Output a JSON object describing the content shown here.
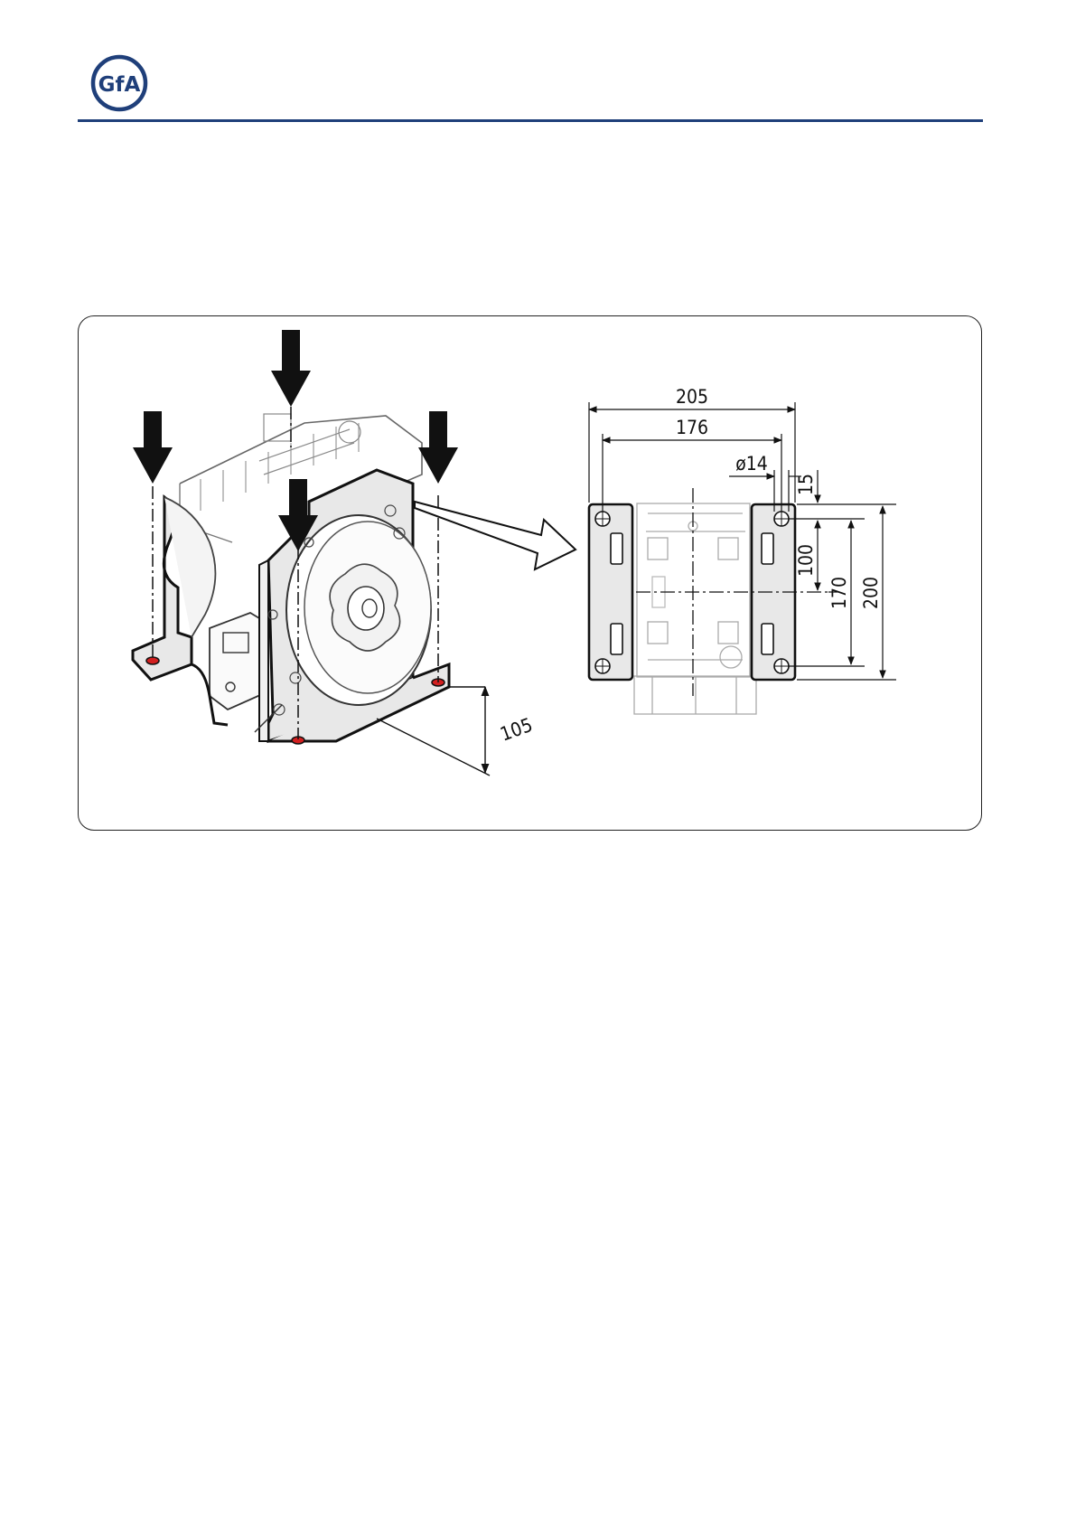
{
  "header": {
    "logo_text": "GfA",
    "rule_color": "#1f3f7a"
  },
  "figure": {
    "dimensions": {
      "overall_width": "205",
      "hole_spacing_width": "176",
      "hole_diameter": "ø14",
      "edge_offset": "15",
      "half_height": "100",
      "hole_spacing_height": "170",
      "overall_height": "200",
      "mounting_height": "105"
    },
    "highlight_color": "#e8e8e8",
    "bolt_marker_color": "#d21f1f"
  }
}
